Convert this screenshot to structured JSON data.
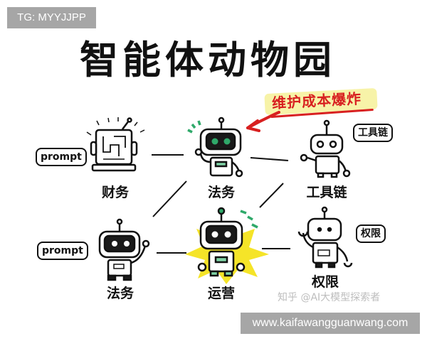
{
  "watermark_top": "TG: MYYJJPP",
  "title": "智能体动物园",
  "callout": "维护成本爆炸",
  "colors": {
    "accent_red": "#d82020",
    "accent_green": "#2fa96a",
    "burst_yellow": "#f5e428",
    "highlight": "#f7f3a8"
  },
  "agents": [
    {
      "label": "财务",
      "bubble": "prompt",
      "style": "terminal-box"
    },
    {
      "label": "法务",
      "bubble": "",
      "style": "green-eye-robot"
    },
    {
      "label": "工具链",
      "bubble": "工具链",
      "style": "round-eye-robot"
    },
    {
      "label": "法务",
      "bubble": "prompt",
      "style": "dark-visor-robot"
    },
    {
      "label": "运营",
      "bubble": "",
      "style": "highlighted-robot"
    },
    {
      "label": "权限",
      "bubble": "权限",
      "style": "wrench-robot"
    }
  ],
  "watermark_zhihu": "知乎 @AI大模型探索者",
  "watermark_site": "www.kaifawangguanwang.com"
}
